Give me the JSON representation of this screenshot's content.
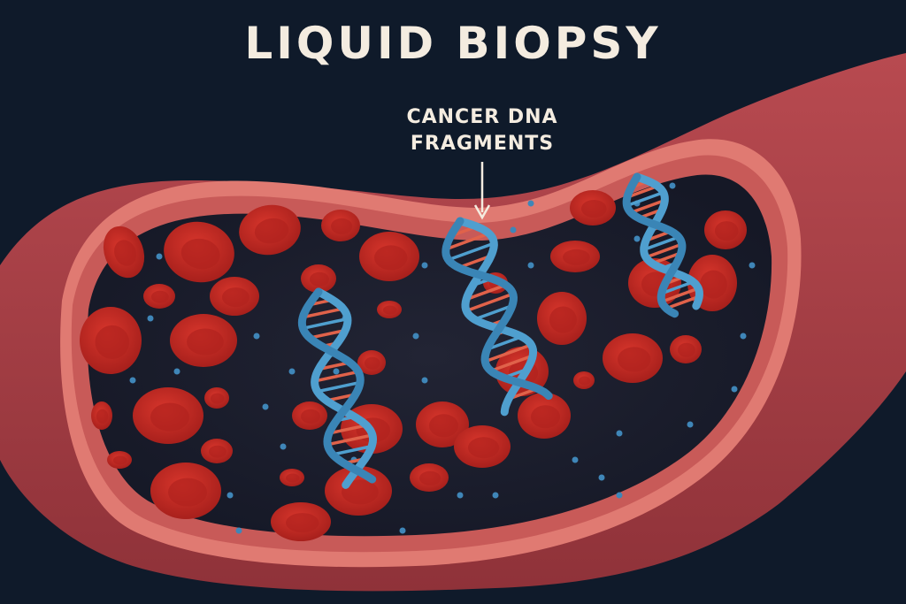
{
  "title": "LIQUID BIOPSY",
  "callout": {
    "line1": "CANCER DNA",
    "line2": "FRAGMENTS"
  },
  "colors": {
    "background": "#0f1a2a",
    "vessel_wall": "#c9555a",
    "vessel_wall_outer": "#a93f45",
    "lumen": "#1a1d2c",
    "red_blood_cell": "#c42a24",
    "dna_strand": "#4f9fcf",
    "dna_rung": "#e0624a",
    "label_text": "#f4ece0"
  },
  "icons": {
    "arrow": "down-arrow-icon",
    "dna": "dna-helix-icon",
    "cell": "red-blood-cell-icon"
  }
}
